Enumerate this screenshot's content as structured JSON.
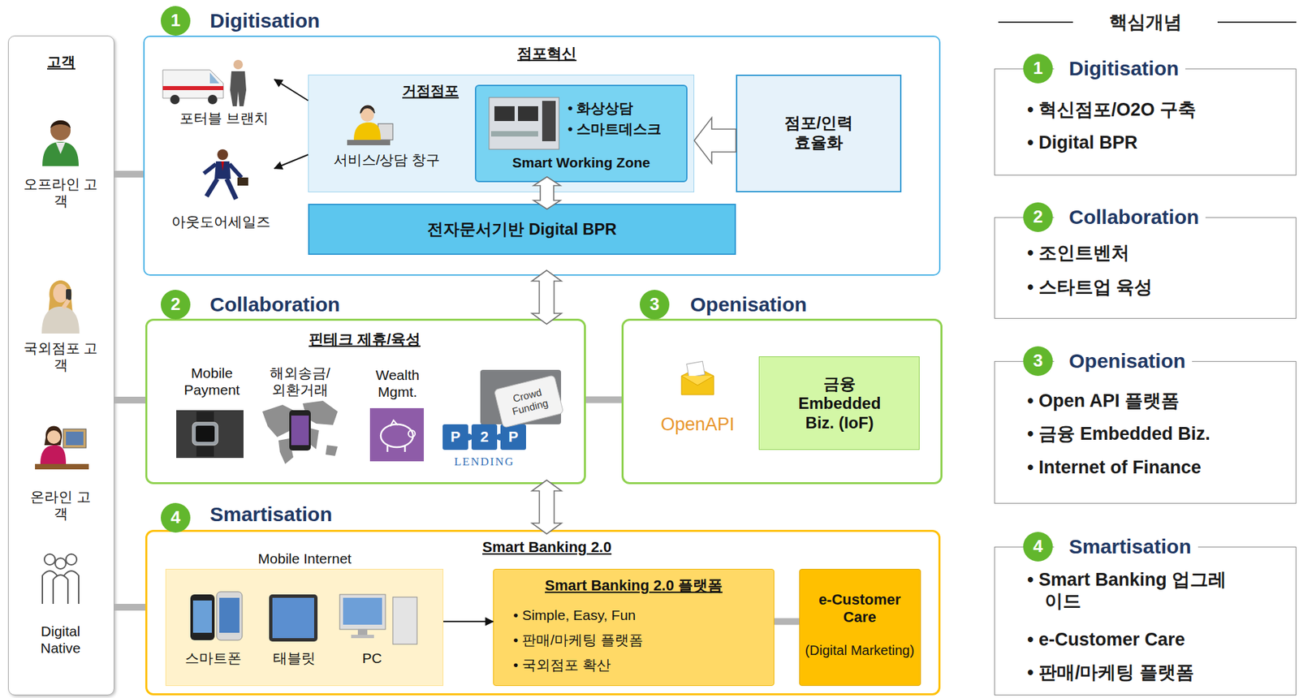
{
  "diagram": {
    "nodes": [
      {
        "text": [
          "고객"
        ]
      },
      {
        "text": [
          "Digitisation",
          "점포혁신"
        ]
      },
      {
        "text": [
          "1"
        ],
        "in": 1
      },
      {
        "text": [
          "거점점포",
          "서비스/상담 창구"
        ],
        "in": 1
      },
      {
        "text": [
          "• 화상상담",
          "• 스마트데스크",
          "Smart Working Zone"
        ],
        "in": 3
      },
      {
        "text": [
          "점포/인력 효율화"
        ],
        "in": 1
      },
      {
        "text": [
          "포터블 브랜치"
        ],
        "in": 1
      },
      {
        "text": [
          "아웃도어세일즈"
        ],
        "in": 1
      },
      {
        "text": [
          "전자문서기반 Digital BPR"
        ],
        "in": 1
      },
      {
        "text": [
          "Collaboration",
          "핀테크 제휴/육성"
        ]
      },
      {
        "text": [
          "2"
        ],
        "in": 9
      },
      {
        "text": [
          "Openisation"
        ]
      },
      {
        "text": [
          "3"
        ],
        "in": 11
      },
      {
        "text": [
          "금융 Embedded Biz. (IoF)"
        ],
        "in": 11
      },
      {
        "text": [
          "Smartisation",
          "Smart Banking 2.0"
        ]
      },
      {
        "text": [
          "4"
        ],
        "in": 14
      },
      {
        "text": [
          "Mobile Internet"
        ],
        "in": 14
      },
      {
        "text": [
          "Smart Banking 2.0 플랫폼",
          "• Simple, Easy, Fun",
          "• 판매/마케팅 플랫폼",
          "• 국외점포 확산"
        ],
        "in": 14
      },
      {
        "text": [
          "e-Customer Care",
          "(Digital Marketing)"
        ],
        "in": 14
      },
      {
        "text": [
          "Digitisation",
          "• 혁신점포/O2O 구축",
          "• Digital BPR"
        ]
      },
      {
        "text": [
          "1"
        ],
        "in": 19
      },
      {
        "text": [
          "Collaboration",
          "• 조인트벤처",
          "• 스타트업 육성"
        ]
      },
      {
        "text": [
          "2"
        ],
        "in": 21
      },
      {
        "text": [
          "Openisation",
          "• Open API 플랫폼",
          "• 금융 Embedded Biz.",
          "• Internet of Finance"
        ]
      },
      {
        "text": [
          "3"
        ],
        "in": 23
      },
      {
        "text": [
          "Smartisation",
          "• Smart Banking 업그레이드",
          "• e-Customer Care",
          "• 판매/마케팅 플랫폼"
        ]
      },
      {
        "text": [
          "4"
        ],
        "in": 25
      }
    ],
    "edges": [
      {
        "from": 0,
        "to": 1,
        "arrow": "none"
      },
      {
        "from": 0,
        "to": 9,
        "arrow": "none"
      },
      {
        "from": 0,
        "to": 14,
        "arrow": "none"
      },
      {
        "from": 1,
        "to": 9,
        "arrow": "both"
      },
      {
        "from": 9,
        "to": 14,
        "arrow": "both"
      },
      {
        "from": 4,
        "to": 8,
        "arrow": "both"
      },
      {
        "from": 5,
        "to": 3,
        "arrow": "to"
      },
      {
        "from": 3,
        "to": 6,
        "arrow": "to"
      },
      {
        "from": 3,
        "to": 7,
        "arrow": "to"
      },
      {
        "from": 9,
        "to": 11,
        "arrow": "none"
      },
      {
        "from": 16,
        "to": 17,
        "arrow": "to"
      },
      {
        "from": 17,
        "to": 18,
        "arrow": "none"
      }
    ],
    "labels": [
      "오프라인 고객",
      "국외점포 고객",
      "온라인 고객",
      "Digital Native",
      "Mobile Payment",
      "해외송금/외환거래",
      "Wealth Mgmt.",
      "Crowd Funding",
      "P",
      "2",
      "P",
      "LENDING",
      "OpenAPI",
      "스마트폰",
      "태블릿",
      "PC",
      "핵심개념"
    ]
  }
}
